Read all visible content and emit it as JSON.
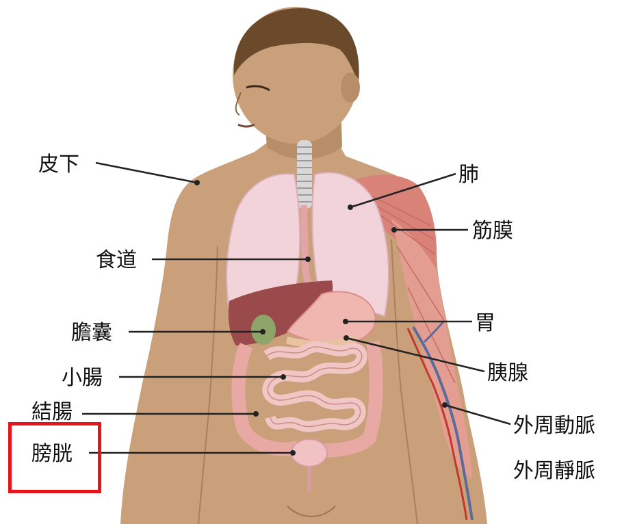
{
  "labels": {
    "subcutaneous": "皮下",
    "lung": "肺",
    "fascia": "筋膜",
    "esophagus": "食道",
    "gallbladder": "膽囊",
    "stomach": "胃",
    "pancreas": "胰腺",
    "small_intestine": "小腸",
    "colon": "結腸",
    "bladder": "膀胱",
    "peripheral_artery": "外周動脈",
    "peripheral_vein": "外周靜脈"
  },
  "highlight": {
    "target": "bladder",
    "color": "#e8131b"
  },
  "colors": {
    "skin": "#c9a07a",
    "skin_shadow": "#b68a64",
    "hair": "#6b4a2c",
    "lung": "#f2d3da",
    "liver": "#9a4a4a",
    "stomach": "#f0b6b0",
    "intestine": "#f1c7c6",
    "muscle": "#d98378",
    "leader_line": "#222222"
  }
}
